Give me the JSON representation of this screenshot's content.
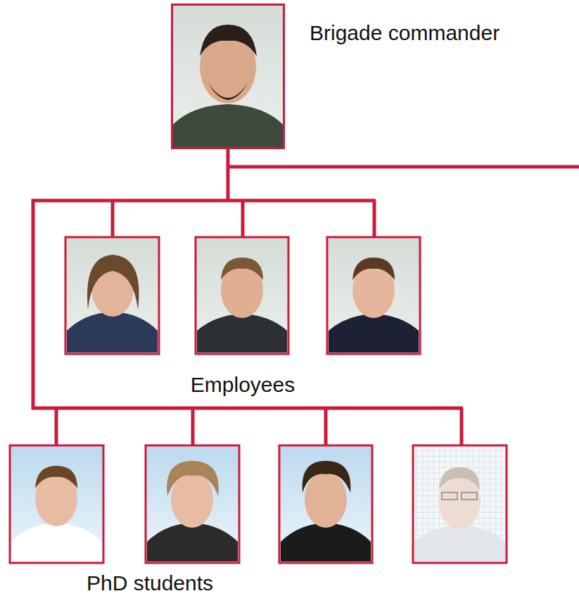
{
  "diagram": {
    "nodes": [
      {
        "text": [
          "Brigade commander"
        ]
      }
    ],
    "labels": [
      "Employees",
      "PhD students"
    ]
  }
}
